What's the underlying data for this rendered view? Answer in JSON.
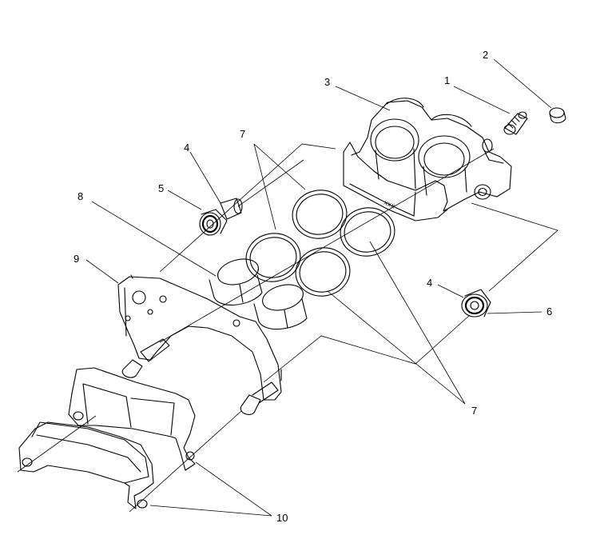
{
  "callouts": [
    {
      "id": "c1",
      "label": "1"
    },
    {
      "id": "c2",
      "label": "2"
    },
    {
      "id": "c3",
      "label": "3"
    },
    {
      "id": "c4a",
      "label": "4"
    },
    {
      "id": "c5",
      "label": "5"
    },
    {
      "id": "c7a",
      "label": "7"
    },
    {
      "id": "c8",
      "label": "8"
    },
    {
      "id": "c9",
      "label": "9"
    },
    {
      "id": "c4b",
      "label": "4"
    },
    {
      "id": "c6",
      "label": "6"
    },
    {
      "id": "c7b",
      "label": "7"
    },
    {
      "id": "c10",
      "label": "10"
    }
  ],
  "housing_stamp": "XXX"
}
